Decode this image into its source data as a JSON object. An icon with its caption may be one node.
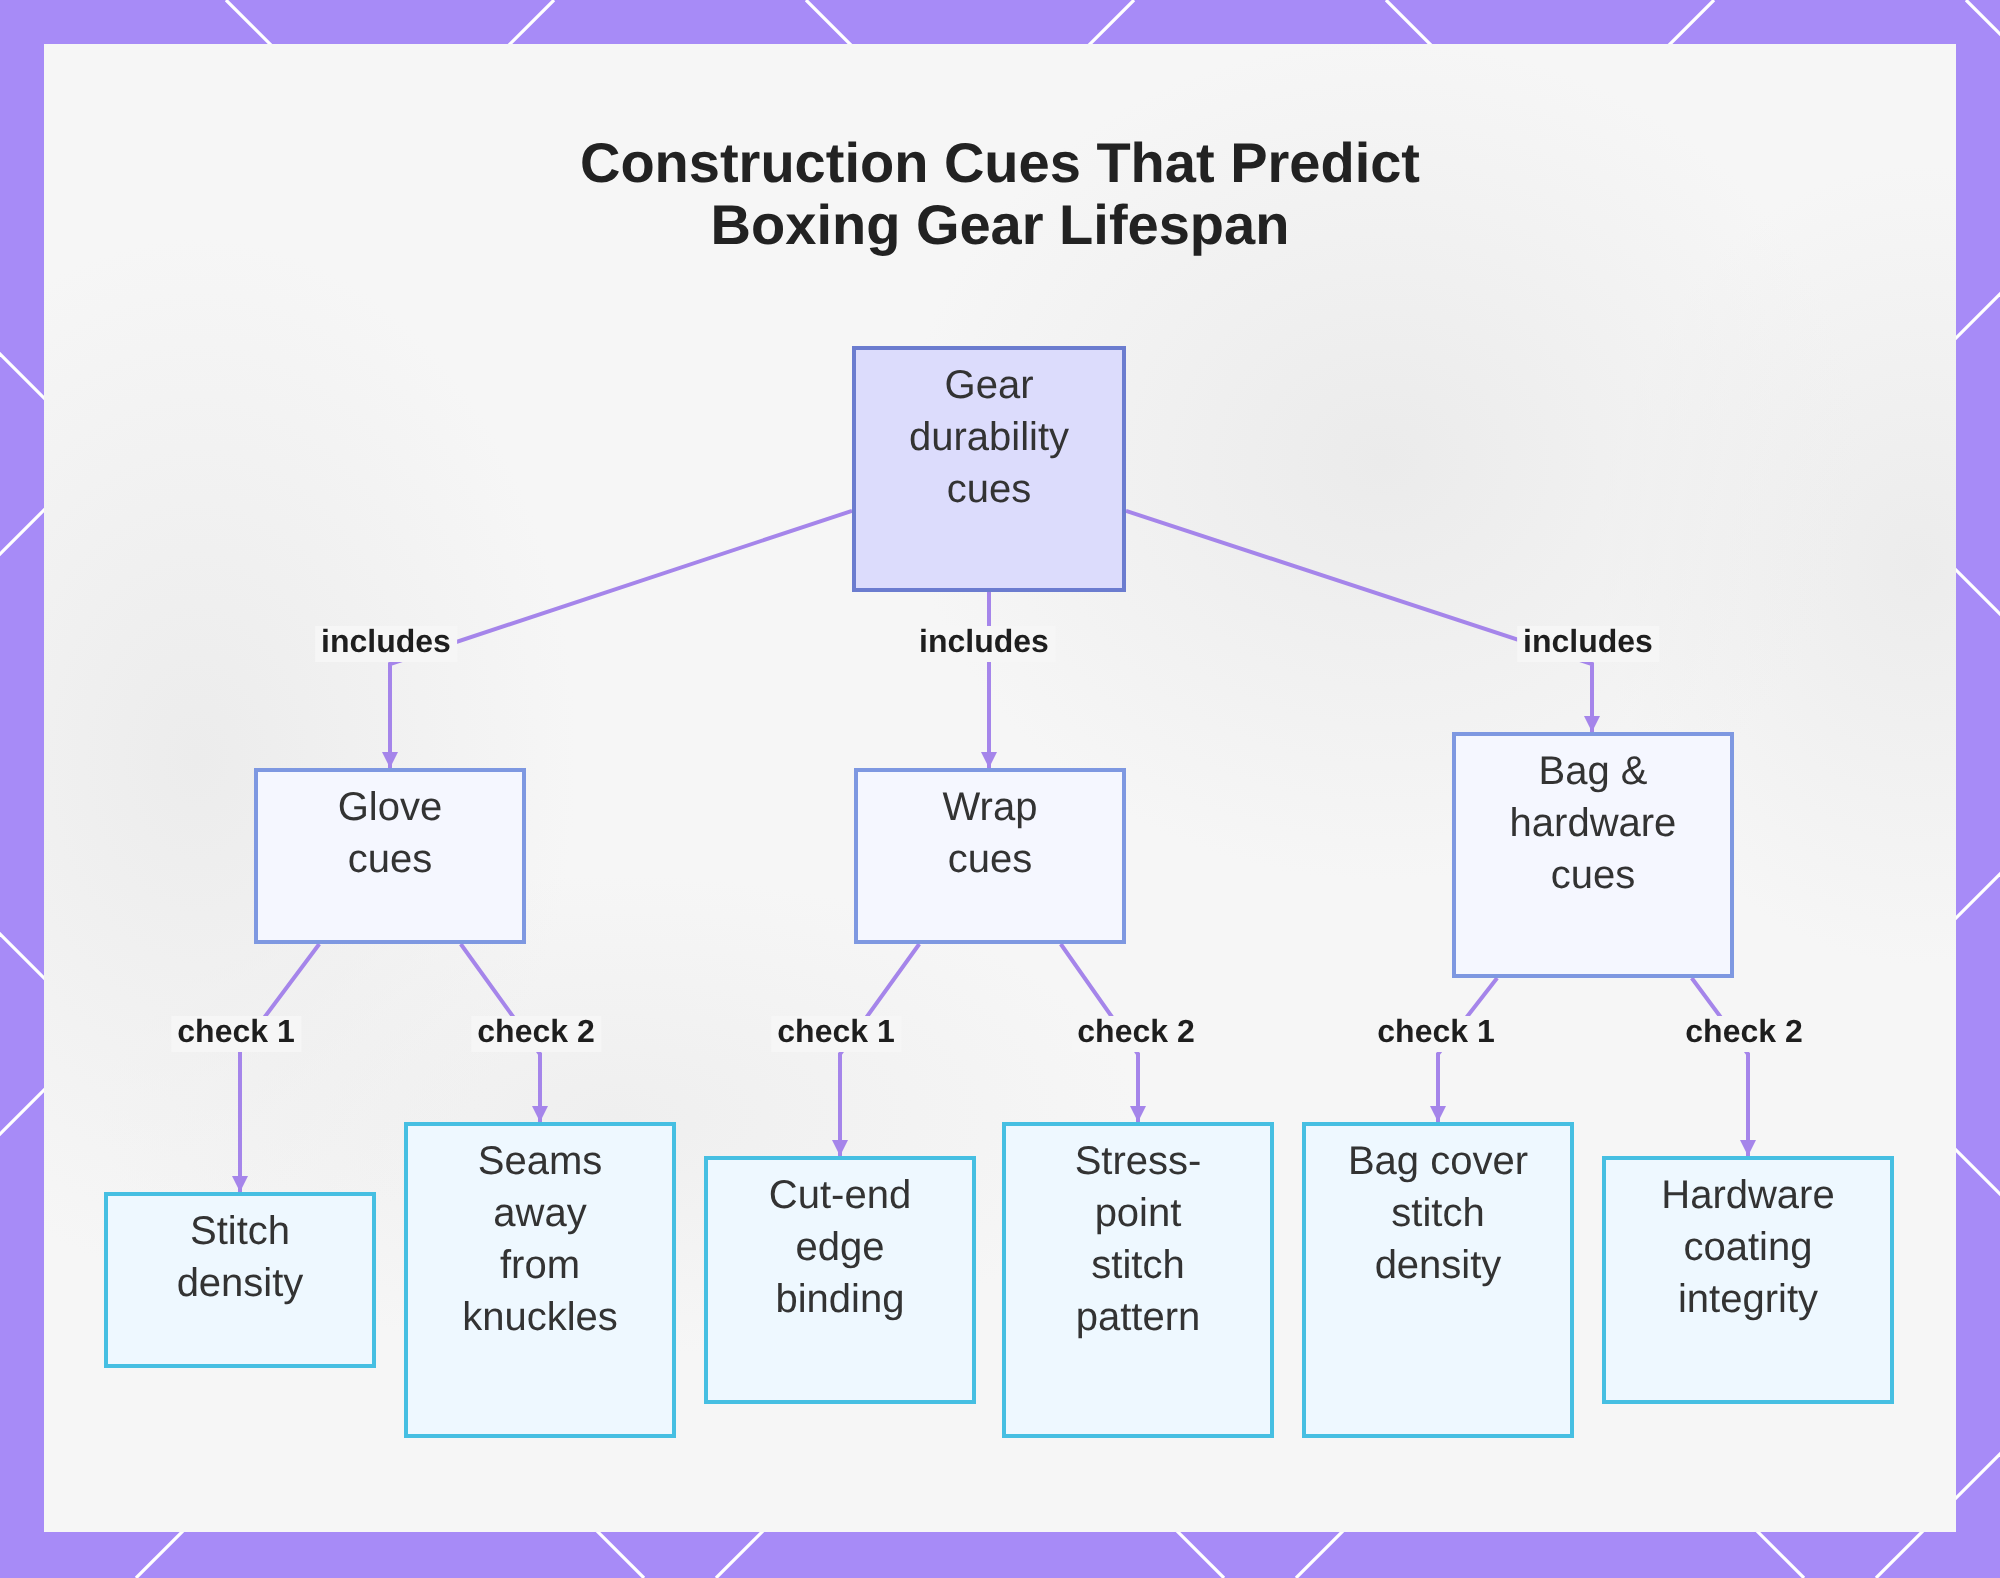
{
  "diagram": {
    "title": "Construction Cues That Predict Boxing Gear Lifespan",
    "nodes": [
      {
        "text": [
          "Gear durability cues"
        ]
      },
      {
        "text": [
          "Glove cues"
        ]
      },
      {
        "text": [
          "Wrap cues"
        ]
      },
      {
        "text": [
          "Bag & hardware cues"
        ]
      },
      {
        "text": [
          "Stitch density"
        ]
      },
      {
        "text": [
          "Seams away from knuckles"
        ]
      },
      {
        "text": [
          "Cut-end edge binding"
        ]
      },
      {
        "text": [
          "Stress-point stitch pattern"
        ]
      },
      {
        "text": [
          "Bag cover stitch density"
        ]
      },
      {
        "text": [
          "Hardware coating integrity"
        ]
      }
    ],
    "edges": [
      {
        "from": 0,
        "to": 1,
        "arrow": "to",
        "label": "includes"
      },
      {
        "from": 0,
        "to": 2,
        "arrow": "to",
        "label": "includes"
      },
      {
        "from": 0,
        "to": 3,
        "arrow": "to",
        "label": "includes"
      },
      {
        "from": 1,
        "to": 4,
        "arrow": "to",
        "label": "check 1"
      },
      {
        "from": 1,
        "to": 5,
        "arrow": "to",
        "label": "check 2"
      },
      {
        "from": 2,
        "to": 6,
        "arrow": "to",
        "label": "check 1"
      },
      {
        "from": 2,
        "to": 7,
        "arrow": "to",
        "label": "check 2"
      },
      {
        "from": 3,
        "to": 8,
        "arrow": "to",
        "label": "check 1"
      },
      {
        "from": 3,
        "to": 9,
        "arrow": "to",
        "label": "check 2"
      }
    ]
  }
}
